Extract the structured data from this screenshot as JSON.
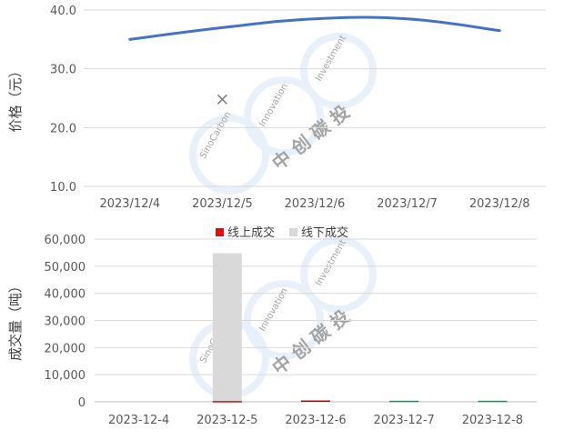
{
  "chart_data": [
    {
      "type": "line",
      "ylabel": "价格（元）",
      "ylim": [
        10,
        40
      ],
      "yticks": [
        "10.0",
        "20.0",
        "30.0",
        "40.0"
      ],
      "categories": [
        "2023/12/4",
        "2023/12/5",
        "2023/12/6",
        "2023/12/7",
        "2023/12/8"
      ],
      "series": [
        {
          "values": [
            35.0,
            37.0,
            38.5,
            38.5,
            36.5
          ],
          "color": "#4472c4"
        },
        {
          "marker": "x",
          "values": [
            null,
            24.8,
            null,
            null,
            null
          ],
          "color": "#7f7f7f"
        }
      ],
      "grid": true
    },
    {
      "type": "bar",
      "ylabel": "成交量（吨）",
      "ylim": [
        0,
        60000
      ],
      "yticks": [
        "0",
        "10,000",
        "20,000",
        "30,000",
        "40,000",
        "50,000",
        "60,000"
      ],
      "categories": [
        "2023-12-4",
        "2023-12-5",
        "2023-12-6",
        "2023-12-7",
        "2023-12-8"
      ],
      "legend_position": "top",
      "series": [
        {
          "name": "线上成交",
          "values": [
            0,
            300,
            500,
            400,
            400
          ],
          "color": "#ff0000",
          "accent_colors": [
            "#ff0000",
            "#c00000",
            "#c00000",
            "#00a05a",
            "#00a05a"
          ]
        },
        {
          "name": "线下成交",
          "values": [
            0,
            54500,
            0,
            0,
            0
          ],
          "color": "#d9d9d9"
        }
      ],
      "grid": true
    }
  ],
  "watermark": {
    "text_cn": "中 创 碳 投",
    "text_arc_1": "SinoCarbon",
    "text_arc_2": "Innovation",
    "text_arc_3": "Investment",
    "color": "#d6e6f5"
  }
}
